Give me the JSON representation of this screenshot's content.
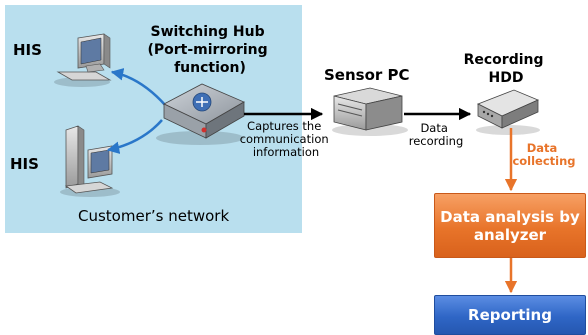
{
  "network": {
    "hub_title_lines": [
      "Switching Hub",
      "(Port-mirroring",
      "function)"
    ],
    "his_top": "HIS",
    "his_bottom": "HIS",
    "capture_lines": [
      "Captures the",
      "communication",
      "information"
    ],
    "customer_label": "Customer’s network"
  },
  "sensor": {
    "label": "Sensor PC"
  },
  "recording": {
    "label_lines": [
      "Recording",
      "HDD"
    ],
    "data_recording_lines": [
      "Data",
      "recording"
    ]
  },
  "flow": {
    "data_collecting_lines": [
      "Data",
      "collecting"
    ],
    "analysis_lines": [
      "Data analysis by",
      "analyzer"
    ],
    "reporting": "Reporting"
  },
  "colors": {
    "network_bg": "#b9dfee",
    "orange": "#e8742a",
    "blue": "#2f66c6",
    "arrow_blue": "#2a77c9"
  }
}
